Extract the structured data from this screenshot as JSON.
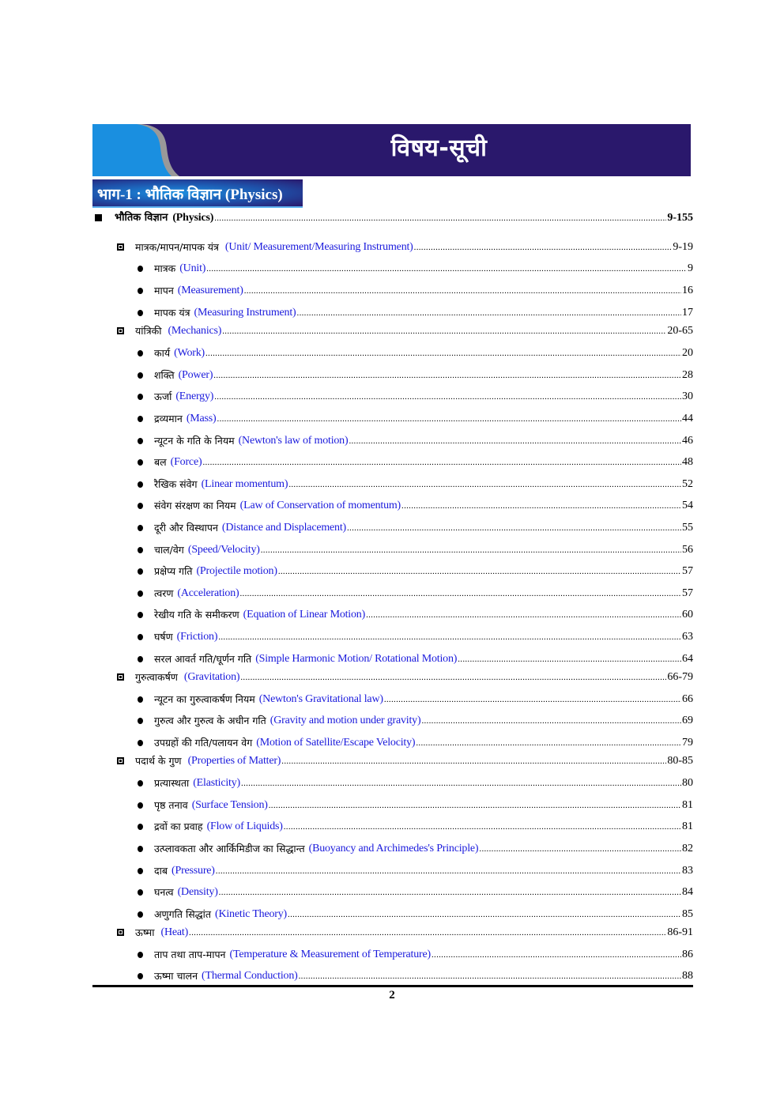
{
  "header": {
    "title": "विषय-सूची",
    "colors": {
      "banner": "#2a186c",
      "accent_light": "#1a8fe0",
      "accent_grey": "#9a9a9a",
      "english_text": "#1a1adc"
    }
  },
  "section_tag": {
    "label": "भाग-1 : भौतिक विज्ञान (Physics)"
  },
  "toc": [
    {
      "level": 0,
      "hi": "भौतिक विज्ञान",
      "en": "(Physics)",
      "page": "9-155"
    },
    {
      "level": 1,
      "hi": "मात्रक/मापन/मापक यंत्र",
      "en": "(Unit/ Measurement/Measuring Instrument)",
      "page": "9-19"
    },
    {
      "level": 2,
      "hi": "मात्रक",
      "en": "(Unit)",
      "page": "9"
    },
    {
      "level": 2,
      "hi": "मापन",
      "en": "(Measurement)",
      "page": "16"
    },
    {
      "level": 2,
      "hi": "मापक यंत्र",
      "en": "(Measuring Instrument)",
      "page": "17"
    },
    {
      "level": 1,
      "hi": "यांत्रिकी",
      "en": "(Mechanics)",
      "page": "20-65"
    },
    {
      "level": 2,
      "hi": "कार्य",
      "en": "(Work)",
      "page": "20"
    },
    {
      "level": 2,
      "hi": "शक्ति",
      "en": "(Power)",
      "page": "28"
    },
    {
      "level": 2,
      "hi": "ऊर्जा",
      "en": "(Energy)",
      "page": "30"
    },
    {
      "level": 2,
      "hi": "द्रव्यमान",
      "en": "(Mass)",
      "page": "44"
    },
    {
      "level": 2,
      "hi": "न्यूटन के गति के नियम",
      "en": "(Newton's law of motion)",
      "page": "46"
    },
    {
      "level": 2,
      "hi": "बल",
      "en": "(Force)",
      "page": "48"
    },
    {
      "level": 2,
      "hi": "रैखिक संवेग",
      "en": "(Linear momentum)",
      "page": "52"
    },
    {
      "level": 2,
      "hi": "संवेग संरक्षण का नियम",
      "en": "(Law of Conservation of momentum)",
      "page": "54"
    },
    {
      "level": 2,
      "hi": "दूरी और विस्थापन",
      "en": "(Distance and Displacement)",
      "page": "55"
    },
    {
      "level": 2,
      "hi": "चाल/वेग",
      "en": "(Speed/Velocity)",
      "page": "56"
    },
    {
      "level": 2,
      "hi": "प्रक्षेप्य गति",
      "en": "(Projectile motion)",
      "page": "57"
    },
    {
      "level": 2,
      "hi": "त्वरण",
      "en": "(Acceleration)",
      "page": "57"
    },
    {
      "level": 2,
      "hi": "रेखीय गति के समीकरण",
      "en": "(Equation of Linear Motion)",
      "page": "60"
    },
    {
      "level": 2,
      "hi": "घर्षण",
      "en": "(Friction)",
      "page": "63"
    },
    {
      "level": 2,
      "hi": "सरल आवर्त गति/घूर्णन गति",
      "en": "(Simple Harmonic Motion/ Rotational Motion)",
      "page": "64"
    },
    {
      "level": 1,
      "hi": "गुरुत्वाकर्षण",
      "en": "(Gravitation)",
      "page": "66-79"
    },
    {
      "level": 2,
      "hi": "न्यूटन का गुरुत्वाकर्षण नियम",
      "en": "(Newton's Gravitational law)",
      "page": "66"
    },
    {
      "level": 2,
      "hi": "गुरुत्व और गुरुत्व के अधीन गति",
      "en": "(Gravity and motion under gravity)",
      "page": "69"
    },
    {
      "level": 2,
      "hi": "उपग्रहों की गति/पलायन वेग",
      "en": "(Motion of Satellite/Escape Velocity)",
      "page": "79"
    },
    {
      "level": 1,
      "hi": "पदार्थ के गुण",
      "en": "(Properties of Matter)",
      "page": "80-85"
    },
    {
      "level": 2,
      "hi": "प्रत्यास्थता",
      "en": "(Elasticity)",
      "page": "80"
    },
    {
      "level": 2,
      "hi": "पृष्ठ तनाव",
      "en": "(Surface Tension)",
      "page": "81"
    },
    {
      "level": 2,
      "hi": "द्रवों का प्रवाह",
      "en": "(Flow of Liquids)",
      "page": "81"
    },
    {
      "level": 2,
      "hi": "उत्प्लावकता और आर्किमिडीज का सिद्धान्त",
      "en": "(Buoyancy and Archimedes's Principle)",
      "page": "82"
    },
    {
      "level": 2,
      "hi": "दाब",
      "en": "(Pressure)",
      "page": "83"
    },
    {
      "level": 2,
      "hi": "घनत्व",
      "en": "(Density)",
      "page": "84"
    },
    {
      "level": 2,
      "hi": "अणुगति सिद्धांत",
      "en": "(Kinetic Theory)",
      "page": "85"
    },
    {
      "level": 1,
      "hi": "ऊष्मा",
      "en": "(Heat)",
      "page": "86-91"
    },
    {
      "level": 2,
      "hi": "ताप तथा ताप-मापन",
      "en": "(Temperature & Measurement of Temperature)",
      "page": "86"
    },
    {
      "level": 2,
      "hi": "ऊष्मा चालन",
      "en": "(Thermal Conduction)",
      "page": "88"
    }
  ],
  "footer": {
    "page_number": "2"
  }
}
